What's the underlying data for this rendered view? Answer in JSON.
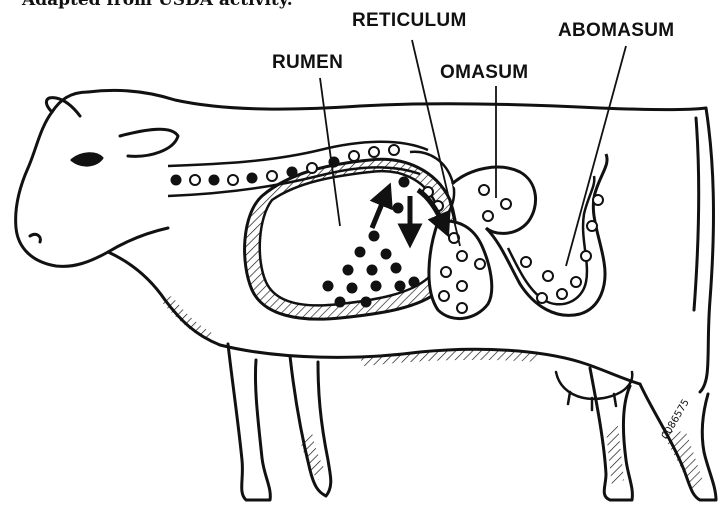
{
  "caption": "Adapted from USDA activity.",
  "labels": {
    "rumen": "RUMEN",
    "reticulum": "RETICULUM",
    "omasum": "OMASUM",
    "abomasum": "ABOMASUM"
  },
  "stamp": "0086575",
  "colors": {
    "ink": "#111111",
    "background": "#ffffff"
  }
}
